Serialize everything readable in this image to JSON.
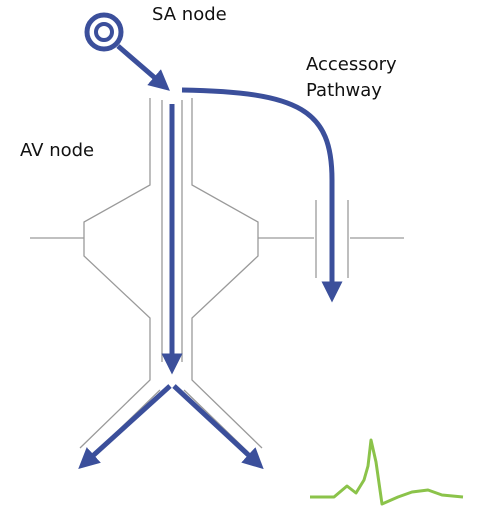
{
  "labels": {
    "sa_node": "SA node",
    "av_node": "AV node",
    "accessory_line1": "Accessory",
    "accessory_line2": "Pathway"
  },
  "colors": {
    "conduction_arrow": "#3b4f9b",
    "outline": "#9a9a9a",
    "ecg_trace": "#8bc34a",
    "text": "#111111"
  },
  "icons": {
    "sa_node": "concentric-circle-node",
    "ecg": "ecg-trace-wave"
  }
}
